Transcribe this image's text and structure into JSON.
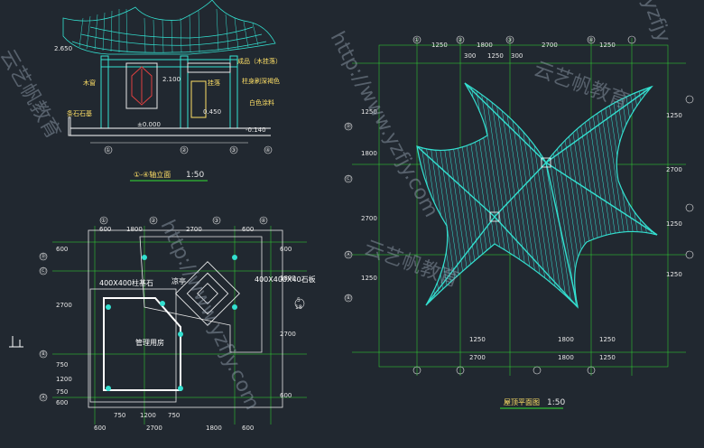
{
  "elevation": {
    "title": "①-④轴立面",
    "scale": "1:50",
    "elev_top": "2.650",
    "elev_mid": "2.100",
    "elev_floor": "0.450",
    "elev_zero": "±0.000",
    "elev_ground": "-0.140",
    "notes": [
      "成品（木挂落）",
      "挂落",
      "柱身刷深褐色",
      "白色涂料",
      "木窗",
      "条石石基"
    ],
    "axes": [
      "①",
      "②",
      "③",
      "④"
    ]
  },
  "floorplan": {
    "labels": {
      "column": "400X400柱基石",
      "stone": "400X400X40石板",
      "pavilion": "凉亭",
      "room": "管理用房"
    },
    "top_dims": [
      "600",
      "1800",
      "2700",
      "600"
    ],
    "bottom_dims_1": [
      "750",
      "1200",
      "750"
    ],
    "bottom_dims_2": [
      "600",
      "2700",
      "1800",
      "600"
    ],
    "left_dims": [
      "600",
      "2700",
      "750",
      "1200",
      "750",
      "600"
    ],
    "right_dims": [
      "600",
      "1800",
      "2700",
      "600"
    ],
    "axes_h": [
      "①",
      "②",
      "③",
      "④"
    ],
    "axes_v": [
      "Ⓐ",
      "Ⓑ",
      "Ⓒ",
      "Ⓓ"
    ],
    "section_mark": "5",
    "section_sub": "18"
  },
  "roofplan": {
    "title": "屋顶平面图",
    "scale": "1:50",
    "top_dims_1": [
      "1250",
      "1800",
      "2700",
      "1250"
    ],
    "top_dims_2": [
      "300",
      "1250",
      "300"
    ],
    "bottom_dims_1": [
      "1250",
      "1800",
      "1250"
    ],
    "bottom_dims_2": [
      "2700",
      "1800",
      "1250"
    ],
    "left_dims": [
      "1250",
      "1800",
      "2700",
      "1250"
    ],
    "right_dims": [
      "1250",
      "2700",
      "1250",
      "1250"
    ],
    "axes_h": [
      "①",
      "②",
      "③",
      "④"
    ],
    "axes_v": [
      "Ⓐ",
      "Ⓑ",
      "Ⓒ",
      "Ⓓ"
    ]
  },
  "watermarks": [
    "http://www.yzfjy.com",
    "云艺帆教育",
    "yzfjy",
    "云艺帆教育",
    "http://www.yzfjy.com",
    "云艺帆教育"
  ]
}
